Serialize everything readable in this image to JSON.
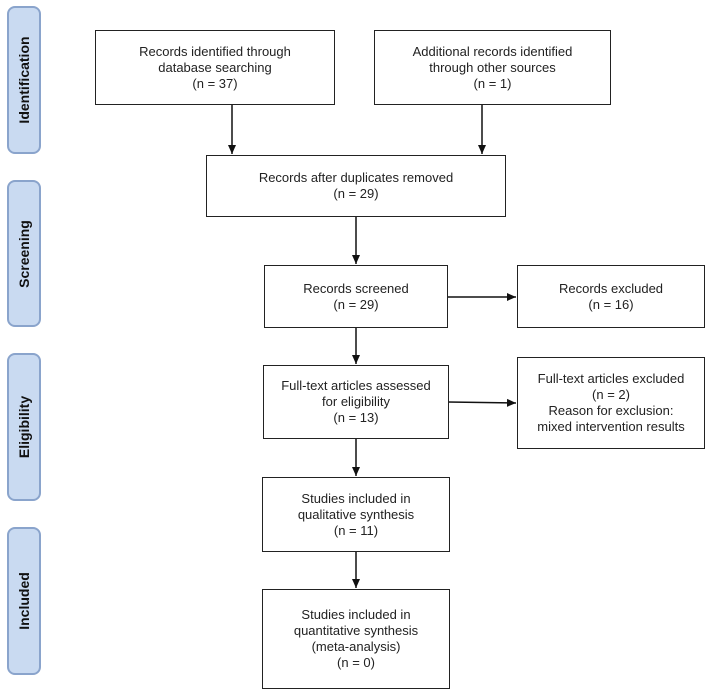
{
  "phases": {
    "identification": "Identification",
    "screening": "Screening",
    "eligibility": "Eligibility",
    "included": "Included"
  },
  "boxes": {
    "db_records": {
      "line1": "Records identified through",
      "line2": "database searching",
      "line3": "(n = 37)"
    },
    "other_records": {
      "line1": "Additional records identified",
      "line2": "through other sources",
      "line3": "(n = 1)"
    },
    "after_duplicates": {
      "line1": "Records after duplicates removed",
      "line2": "(n = 29)"
    },
    "screened": {
      "line1": "Records screened",
      "line2": "(n = 29)"
    },
    "excluded": {
      "line1": "Records excluded",
      "line2": "(n = 16)"
    },
    "fulltext_assessed": {
      "line1": "Full-text articles assessed",
      "line2": "for eligibility",
      "line3": "(n = 13)"
    },
    "fulltext_excluded": {
      "line1": "Full-text articles excluded",
      "line2": "(n = 2)",
      "line3": "Reason for exclusion:",
      "line4": "mixed intervention results"
    },
    "qualitative": {
      "line1": "Studies included in",
      "line2": "qualitative synthesis",
      "line3": "(n = 11)"
    },
    "quantitative": {
      "line1": "Studies included in",
      "line2": "quantitative synthesis",
      "line3": "(meta-analysis)",
      "line4": "(n =  0)"
    }
  }
}
